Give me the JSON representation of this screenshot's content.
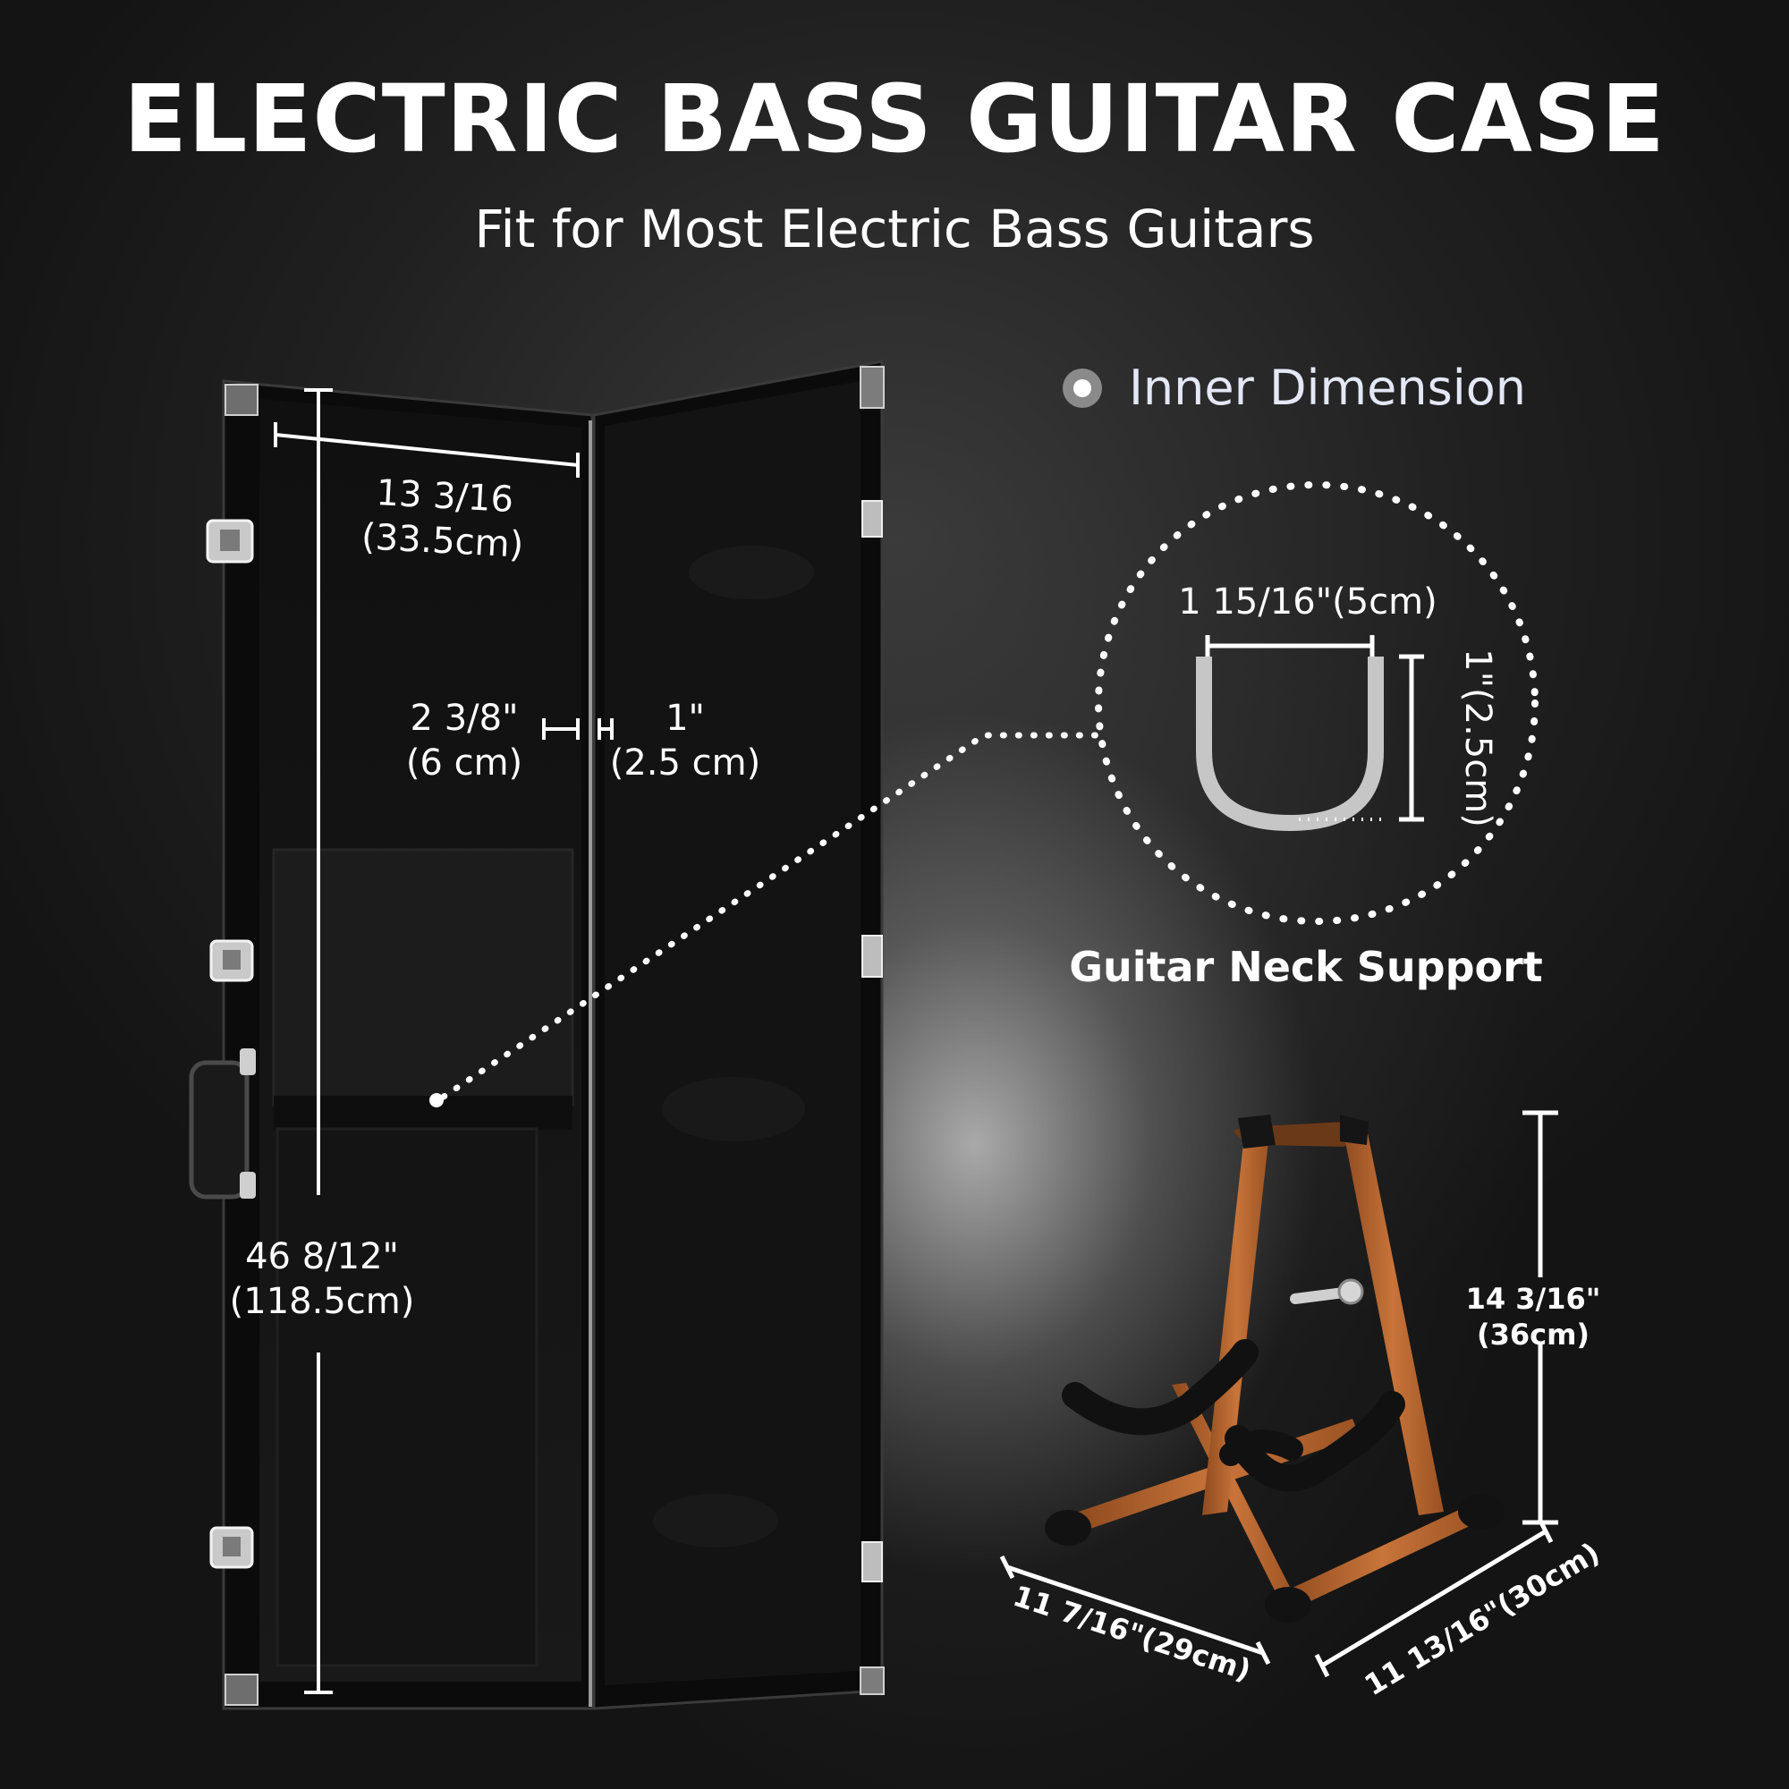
{
  "header": {
    "title": "ELECTRIC BASS GUITAR CASE",
    "subtitle": "Fit for Most Electric Bass Guitars"
  },
  "legend": {
    "label": "Inner Dimension"
  },
  "case": {
    "width_label_1": "13 3/16",
    "width_label_2": "(33.5cm)",
    "depth_label_1": "2 3/8\"",
    "depth_label_2": "(6 cm)",
    "lid_label_1": "1\"",
    "lid_label_2": "(2.5 cm)",
    "length_label_1": "46 8/12\"",
    "length_label_2": "(118.5cm)"
  },
  "neck_support": {
    "width_label": "1 15/16\"(5cm)",
    "height_label": "1\"(2.5cm)",
    "caption": "Guitar Neck Support"
  },
  "stand": {
    "height_label_1": "14 3/16\"",
    "height_label_2": "(36cm)",
    "width_label": "11 7/16\"(29cm)",
    "depth_label": "11 13/16\"(30cm)"
  },
  "colors": {
    "case_shell": "#0b0b0b",
    "case_lining": "#151515",
    "stand_wood": "#b8662e",
    "foam": "#111111"
  }
}
